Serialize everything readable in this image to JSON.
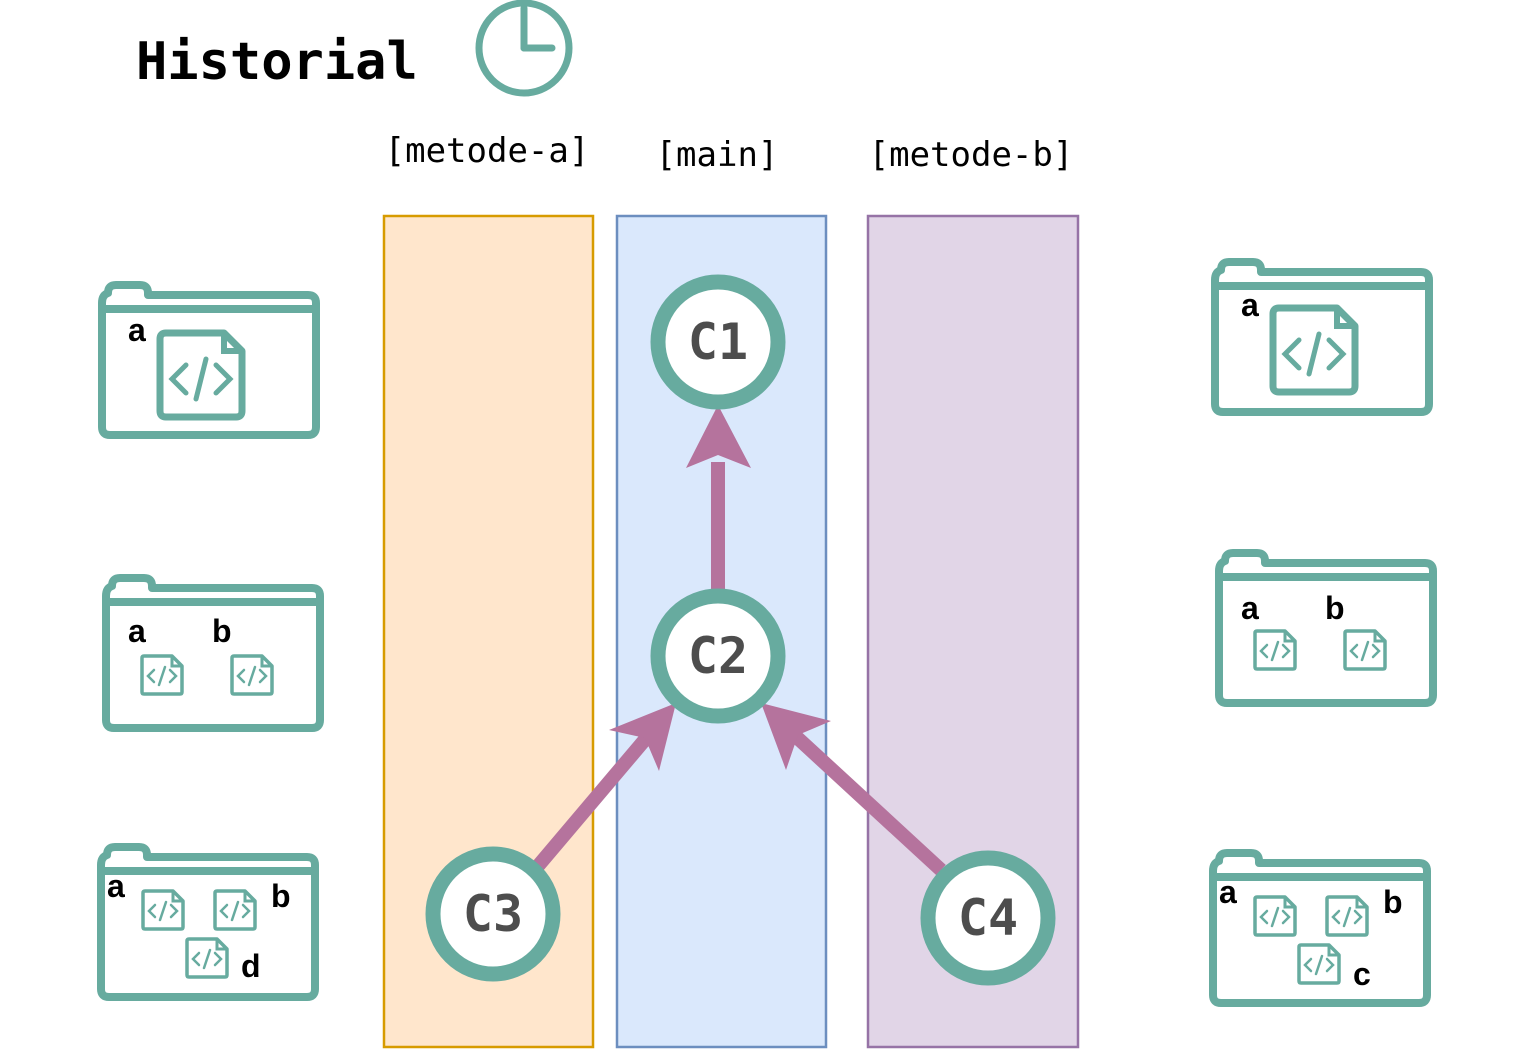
{
  "title": "Historial",
  "colors": {
    "teal": "#67ab9f",
    "arrow": "#b5739d",
    "commit_text": "#4d4d4d",
    "lane_metode_a_fill": "#ffe6cc",
    "lane_metode_a_stroke": "#d79b00",
    "lane_main_fill": "#dae8fc",
    "lane_main_stroke": "#6c8ebf",
    "lane_metode_b_fill": "#e1d5e7",
    "lane_metode_b_stroke": "#9673a6"
  },
  "branches": {
    "metode_a": "[metode-a]",
    "main": "[main]",
    "metode_b": "[metode-b]"
  },
  "commits": {
    "c1": "C1",
    "c2": "C2",
    "c3": "C3",
    "c4": "C4"
  },
  "edges": [
    {
      "from": "C2",
      "to": "C1"
    },
    {
      "from": "C3",
      "to": "C2"
    },
    {
      "from": "C4",
      "to": "C2"
    }
  ],
  "folders": {
    "left_1": {
      "file_a": "a"
    },
    "left_2": {
      "file_a": "a",
      "file_b": "b"
    },
    "left_3": {
      "file_a": "a",
      "file_b": "b",
      "file_d": "d"
    },
    "right_1": {
      "file_a": "a"
    },
    "right_2": {
      "file_a": "a",
      "file_b": "b"
    },
    "right_3": {
      "file_a": "a",
      "file_b": "b",
      "file_c": "c"
    }
  },
  "icons": {
    "clock": "clock-icon",
    "folder": "folder-icon",
    "code_file": "code-file-icon"
  }
}
